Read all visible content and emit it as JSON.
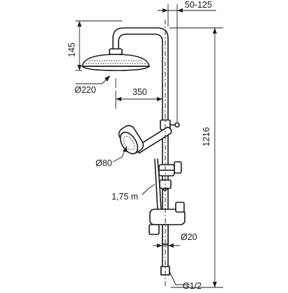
{
  "dimensions": {
    "wall_distance": "50-125",
    "head_height": "145",
    "head_diameter": "Ø220",
    "arm_reach": "350",
    "total_height": "1216",
    "hand_shower_diameter": "Ø80",
    "hose_length": "1,75 m",
    "riser_diameter": "Ø20",
    "connection_thread": "G1/2"
  },
  "colors": {
    "line": "#1a1a1a",
    "background": "#ffffff"
  }
}
